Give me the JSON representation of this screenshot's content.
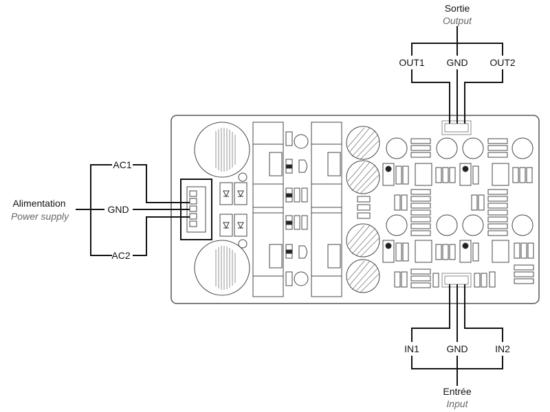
{
  "output": {
    "title": "Sortie",
    "subtitle": "Output",
    "pins": [
      "OUT1",
      "GND",
      "OUT2"
    ]
  },
  "input": {
    "title": "Entrée",
    "subtitle": "Input",
    "pins": [
      "IN1",
      "GND",
      "IN2"
    ]
  },
  "power": {
    "title": "Alimentation",
    "subtitle": "Power supply",
    "pins": [
      "AC1",
      "GND",
      "AC2"
    ]
  },
  "colors": {
    "wire": "#111111",
    "board": "#555555",
    "label": "#111111",
    "subtitle": "#666666"
  }
}
